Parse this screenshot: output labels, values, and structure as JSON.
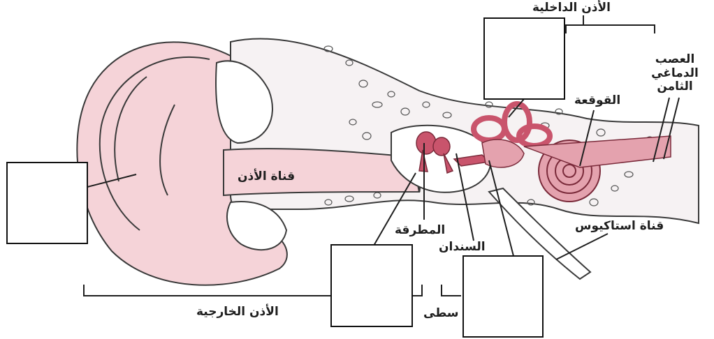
{
  "colors": {
    "skin": "#f5d3d8",
    "skin_dark": "#eab6bf",
    "bone": "#ffffff",
    "organ": "#e4a2ae",
    "organ_dark": "#c9546c",
    "line": "#3a3a3a"
  },
  "labels": {
    "ear_canal": "قناة الأذن",
    "inner_ear": "الأذن الداخلية",
    "cochlea": "القوقعة",
    "vestibulocochlear_nerve": "العصب الدماغي الثامن",
    "eustachian_tube": "قناة استاكيوس",
    "malleus": "المطرقة",
    "incus": "السندان",
    "outer_ear": "الأذن الخارجية",
    "middle_ear_partial": "سطى"
  },
  "answer_boxes": [
    {
      "id": "outer-ear-part"
    },
    {
      "id": "middle-ear-part"
    },
    {
      "id": "stapes-part"
    },
    {
      "id": "semicircular-canals"
    }
  ]
}
